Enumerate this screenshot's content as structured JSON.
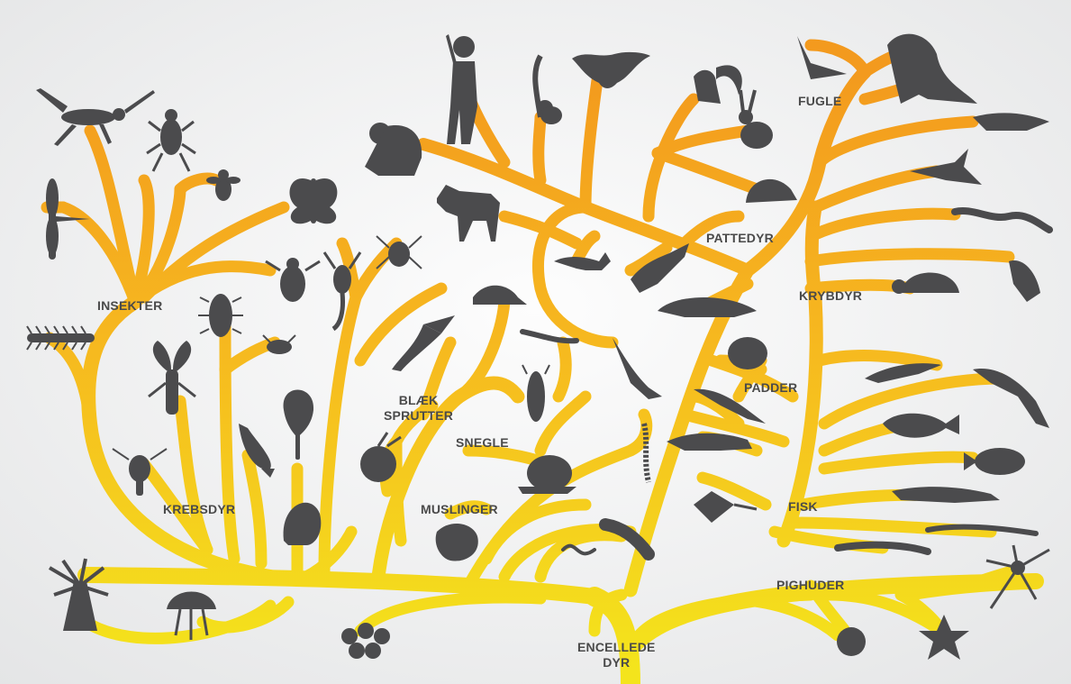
{
  "colors": {
    "background_center": "#fdfdfd",
    "background_edge": "#e4e5e6",
    "branch_top": "#f39a1e",
    "branch_bottom": "#f4e41c",
    "silhouette": "#4b4b4d",
    "label": "#4a4a4a"
  },
  "labels": {
    "insects": "INSEKTER",
    "crustaceans": "KREBSDYR",
    "cephalopods_line1": "BLÆK",
    "cephalopods_line2": "SPRUTTER",
    "snails": "SNEGLE",
    "mussels": "MUSLINGER",
    "mammals": "PATTEDYR",
    "birds": "FUGLE",
    "reptiles": "KRYBDYR",
    "amphibians": "PADDER",
    "fish": "FISK",
    "echinoderms": "PIGHUDER",
    "protozoa_line1": "ENCELLEDE",
    "protozoa_line2": "DYR"
  },
  "animals": [
    "cricket-icon",
    "beetle-icon",
    "bee-icon",
    "butterfly-icon",
    "dragonfly-icon",
    "fly-icon",
    "centipede-icon",
    "woodlouse-icon",
    "lobster-icon",
    "copepod-icon",
    "horseshoe-crab-icon",
    "trilobite-icon",
    "scorpion-icon",
    "spider-icon",
    "mite-icon",
    "isopod-icon",
    "squid-icon",
    "nautilus-icon",
    "snail-icon",
    "slug-icon",
    "sea-slug-icon",
    "clam-icon",
    "worm-icon",
    "caterpillar-icon",
    "eel-worm-icon",
    "human-icon",
    "chimpanzee-icon",
    "lemur-icon",
    "bat-icon",
    "squirrel-icon",
    "rabbit-icon",
    "hedgehog-icon",
    "horse-icon",
    "fox-icon",
    "kangaroo-icon",
    "platypus-icon",
    "dolphin-icon",
    "frog-icon",
    "salamander-icon",
    "bird-icon",
    "dinosaur-icon",
    "crocodile-icon",
    "pterosaur-icon",
    "snake-icon",
    "lizard-icon",
    "turtle-icon",
    "newt-icon",
    "shark-left-icon",
    "ray-icon",
    "shark-icon",
    "perch-icon",
    "flatfish-icon",
    "pike-icon",
    "eel-icon",
    "lamprey-icon",
    "brittle-star-icon",
    "starfish-icon",
    "sea-urchin-icon",
    "sea-anemone-icon",
    "jellyfish-icon",
    "sponge-icon"
  ]
}
